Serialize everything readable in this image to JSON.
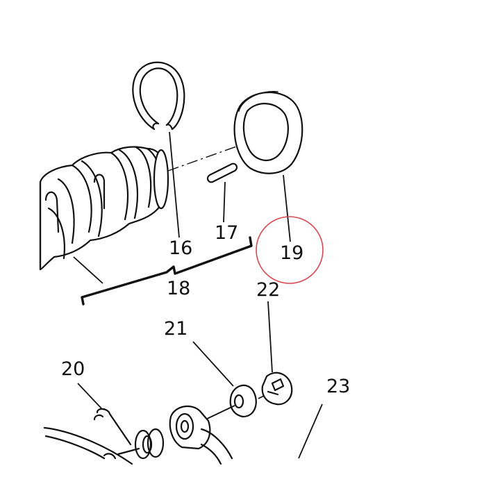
{
  "diagram": {
    "callouts": [
      {
        "id": "16",
        "text": "16"
      },
      {
        "id": "17",
        "text": "17"
      },
      {
        "id": "18",
        "text": "18"
      },
      {
        "id": "19",
        "text": "19"
      },
      {
        "id": "20",
        "text": "20"
      },
      {
        "id": "21",
        "text": "21"
      },
      {
        "id": "22",
        "text": "22"
      },
      {
        "id": "23",
        "text": "23"
      }
    ],
    "highlighted_callout": "19",
    "colors": {
      "ink": "#111111",
      "highlight_circle": "#d9474f",
      "background": "#ffffff"
    }
  }
}
